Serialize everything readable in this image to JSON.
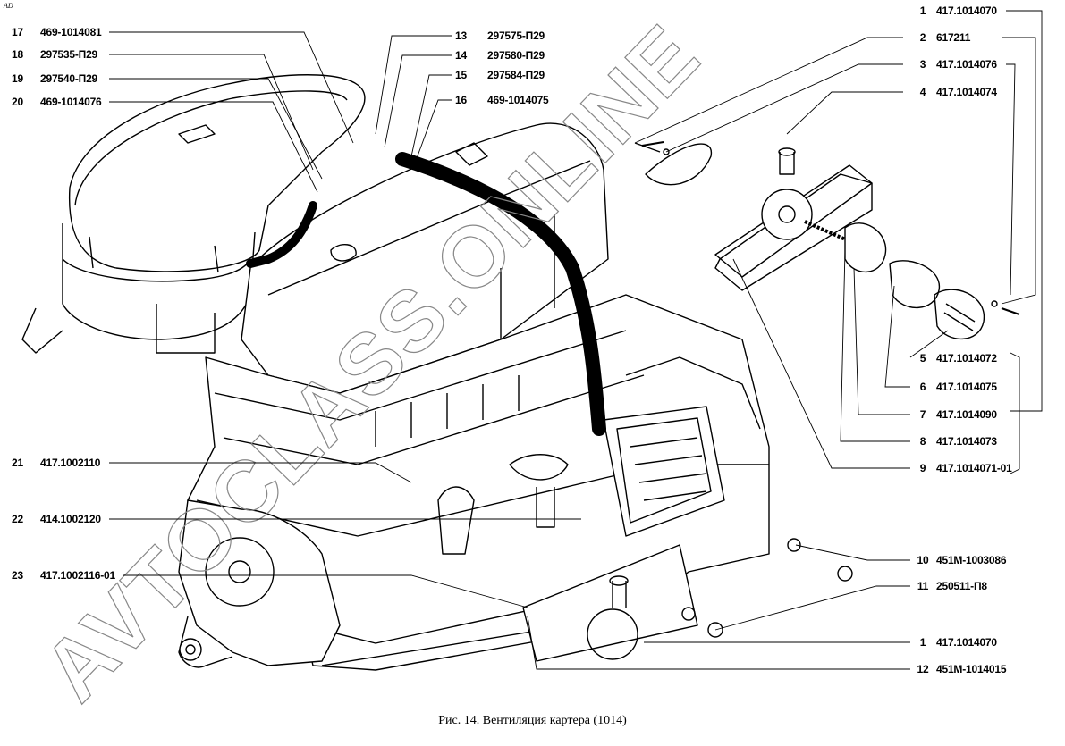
{
  "corner_mark": "AD",
  "caption": "Рис. 14. Вентиляция картера (1014)",
  "watermark": "AVTOCLASS.ONLINE",
  "callouts": [
    {
      "num": "1",
      "code": "417.1014070",
      "side": "right"
    },
    {
      "num": "2",
      "code": "617211",
      "side": "right"
    },
    {
      "num": "3",
      "code": "417.1014076",
      "side": "right"
    },
    {
      "num": "4",
      "code": "417.1014074",
      "side": "right"
    },
    {
      "num": "5",
      "code": "417.1014072",
      "side": "right"
    },
    {
      "num": "6",
      "code": "417.1014075",
      "side": "right"
    },
    {
      "num": "7",
      "code": "417.1014090",
      "side": "right"
    },
    {
      "num": "8",
      "code": "417.1014073",
      "side": "right"
    },
    {
      "num": "9",
      "code": "417.1014071-01",
      "side": "right"
    },
    {
      "num": "10",
      "code": "451М-1003086",
      "side": "right"
    },
    {
      "num": "11",
      "code": "250511-П8",
      "side": "right"
    },
    {
      "num": "1",
      "code": "417.1014070",
      "side": "right"
    },
    {
      "num": "12",
      "code": "451М-1014015",
      "side": "right"
    },
    {
      "num": "13",
      "code": "297575-П29",
      "side": "top"
    },
    {
      "num": "14",
      "code": "297580-П29",
      "side": "top"
    },
    {
      "num": "15",
      "code": "297584-П29",
      "side": "top"
    },
    {
      "num": "16",
      "code": "469-1014075",
      "side": "top"
    },
    {
      "num": "17",
      "code": "469-1014081",
      "side": "left"
    },
    {
      "num": "18",
      "code": "297535-П29",
      "side": "left"
    },
    {
      "num": "19",
      "code": "297540-П29",
      "side": "left"
    },
    {
      "num": "20",
      "code": "469-1014076",
      "side": "left"
    },
    {
      "num": "21",
      "code": "417.1002110",
      "side": "left"
    },
    {
      "num": "22",
      "code": "414.1002120",
      "side": "left"
    },
    {
      "num": "23",
      "code": "417.1002116-01",
      "side": "left"
    }
  ]
}
